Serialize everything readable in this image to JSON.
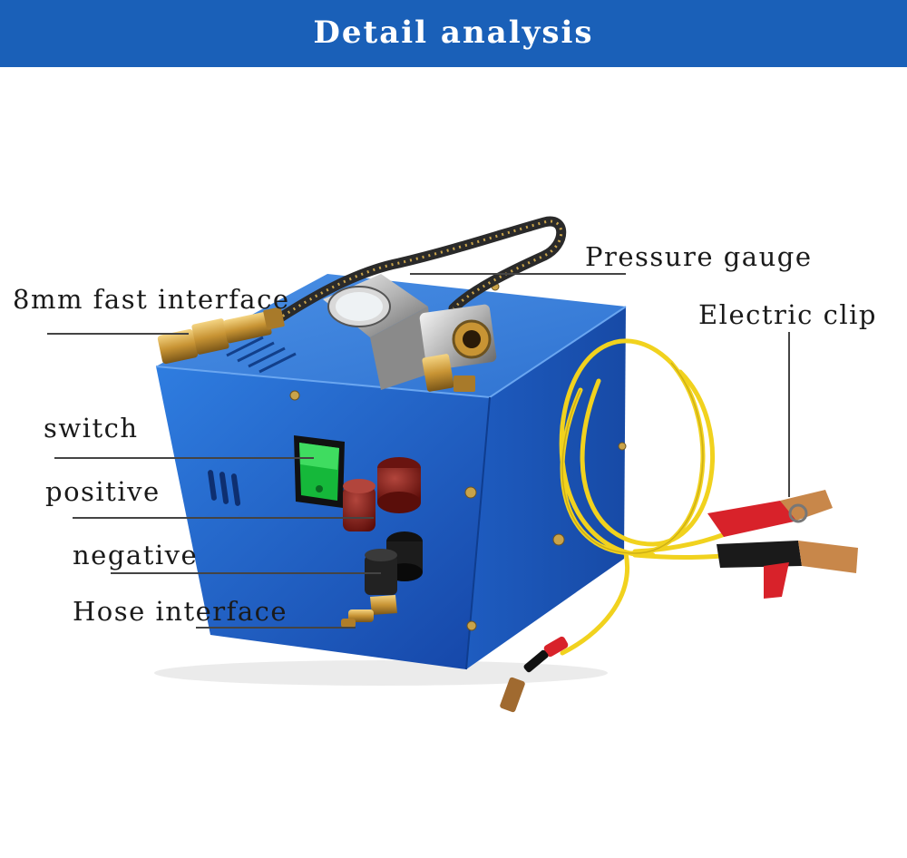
{
  "header": {
    "title": "Detail analysis",
    "background": "#1a60b8"
  },
  "labels": {
    "fast_interface": "8mm fast interface",
    "pressure_gauge": "Pressure gauge",
    "electric_clip": "Electric clip",
    "switch": "switch",
    "positive": "positive",
    "negative": "negative",
    "hose_interface": "Hose interface"
  },
  "colors": {
    "box_blue": "#1f64c8",
    "cable_yellow": "#f1d21e",
    "clip_red": "#d8222a",
    "switch_green": "#18c040",
    "knob_red": "#8a1a14"
  }
}
